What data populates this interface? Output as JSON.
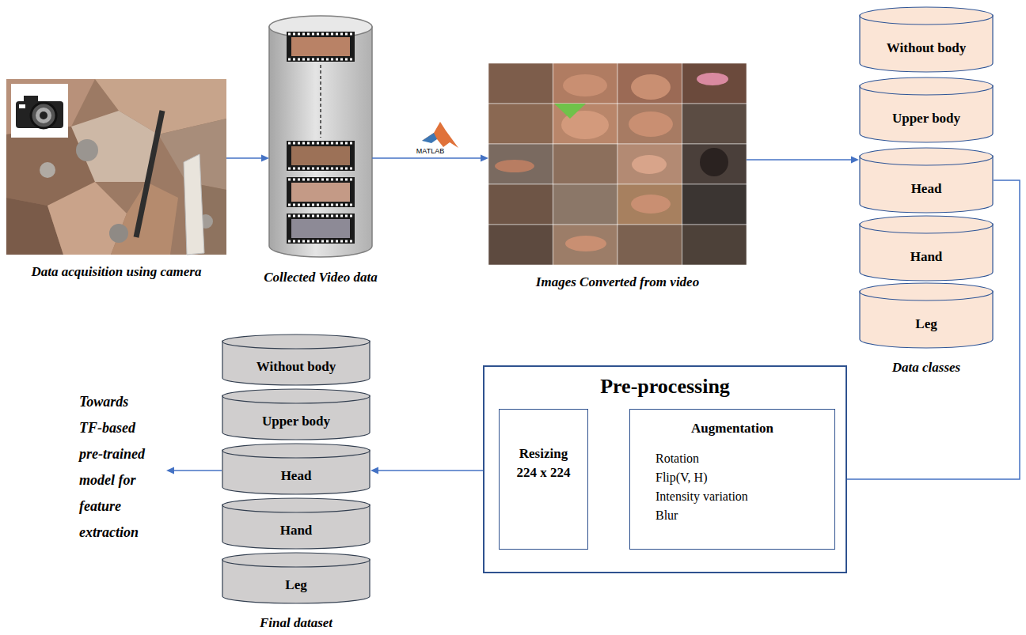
{
  "diagram": {
    "nodes": [
      {
        "text": [
          "Data acquisition using camera"
        ]
      },
      {
        "text": [
          "Collected Video data"
        ]
      },
      {
        "text": [
          "Images Converted from video"
        ]
      },
      {
        "text": [
          "Without body"
        ]
      },
      {
        "text": [
          "Upper body"
        ]
      },
      {
        "text": [
          "Head"
        ]
      },
      {
        "text": [
          "Hand"
        ]
      },
      {
        "text": [
          "Leg"
        ]
      },
      {
        "text": [
          "Pre-processing"
        ]
      },
      {
        "text": [
          "Augmentation",
          "Rotation",
          "Flip(V, H)",
          "Intensity variation",
          "Blur"
        ],
        "in": 8
      },
      {
        "text": [
          "Resizing",
          "224 x 224"
        ],
        "in": 8
      },
      {
        "text": [
          "Without body"
        ]
      },
      {
        "text": [
          "Upper body"
        ]
      },
      {
        "text": [
          "Head"
        ]
      },
      {
        "text": [
          "Hand"
        ]
      },
      {
        "text": [
          "Leg"
        ]
      },
      {
        "text": [
          "Towards TF-based pre-trained model for feature extraction"
        ]
      }
    ],
    "edges": [
      {
        "from": 0,
        "to": 1,
        "arrow": "to"
      },
      {
        "from": 1,
        "to": 2,
        "label": "MATLAB",
        "arrow": "to"
      },
      {
        "from": 2,
        "to": 5,
        "arrow": "to"
      },
      {
        "from": 5,
        "to": 9,
        "arrow": "to"
      },
      {
        "from": 9,
        "to": 10,
        "arrow": "to"
      },
      {
        "from": 8,
        "to": 13,
        "arrow": "to"
      },
      {
        "from": 13,
        "to": 16,
        "arrow": "to"
      }
    ],
    "labels": [
      "Data classes",
      "Final dataset"
    ]
  }
}
